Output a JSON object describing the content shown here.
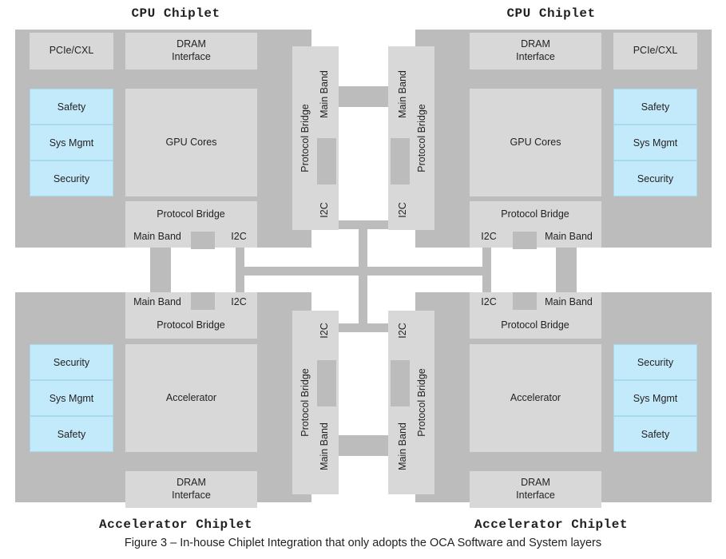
{
  "figure": {
    "caption": "Figure 3 – In-house Chiplet Integration that only adopts the OCA Software and System layers"
  },
  "titles": {
    "top_left": "CPU Chiplet",
    "top_right": "CPU Chiplet",
    "bottom_left": "Accelerator Chiplet",
    "bottom_right": "Accelerator Chiplet"
  },
  "labels": {
    "pcie_cxl": "PCIe/CXL",
    "dram_interface": "DRAM\nInterface",
    "gpu_cores": "GPU Cores",
    "accelerator": "Accelerator",
    "protocol_bridge": "Protocol Bridge",
    "main_band": "Main Band",
    "i2c": "I2C",
    "safety": "Safety",
    "sys_mgmt": "Sys Mgmt",
    "security": "Security"
  },
  "colors": {
    "substrate": "#bcbcbc",
    "block": "#d8d8d8",
    "secure_block": "#c3eafb",
    "secure_border": "#a9d9ec",
    "text": "#231f20",
    "background": "#ffffff"
  },
  "chiplets": [
    {
      "id": "top-left",
      "type": "CPU Chiplet",
      "core": "GPU Cores",
      "io": [
        "PCIe/CXL",
        "DRAM Interface"
      ],
      "secure_stack": [
        "Safety",
        "Sys Mgmt",
        "Security"
      ],
      "bridges": [
        "Protocol Bridge (horizontal, bottom)",
        "Protocol Bridge (vertical, right)"
      ],
      "bridge_ports": [
        "Main Band",
        "I2C"
      ]
    },
    {
      "id": "top-right",
      "type": "CPU Chiplet",
      "core": "GPU Cores",
      "io": [
        "DRAM Interface",
        "PCIe/CXL"
      ],
      "secure_stack": [
        "Safety",
        "Sys Mgmt",
        "Security"
      ],
      "bridges": [
        "Protocol Bridge (horizontal, bottom)",
        "Protocol Bridge (vertical, left)"
      ],
      "bridge_ports": [
        "I2C",
        "Main Band"
      ]
    },
    {
      "id": "bottom-left",
      "type": "Accelerator Chiplet",
      "core": "Accelerator",
      "io": [
        "DRAM Interface"
      ],
      "secure_stack": [
        "Security",
        "Sys Mgmt",
        "Safety"
      ],
      "bridges": [
        "Protocol Bridge (horizontal, top)",
        "Protocol Bridge (vertical, right)"
      ],
      "bridge_ports": [
        "Main Band",
        "I2C"
      ]
    },
    {
      "id": "bottom-right",
      "type": "Accelerator Chiplet",
      "core": "Accelerator",
      "io": [
        "DRAM Interface"
      ],
      "secure_stack": [
        "Security",
        "Sys Mgmt",
        "Safety"
      ],
      "bridges": [
        "Protocol Bridge (horizontal, top)",
        "Protocol Bridge (vertical, left)"
      ],
      "bridge_ports": [
        "I2C",
        "Main Band"
      ]
    }
  ]
}
